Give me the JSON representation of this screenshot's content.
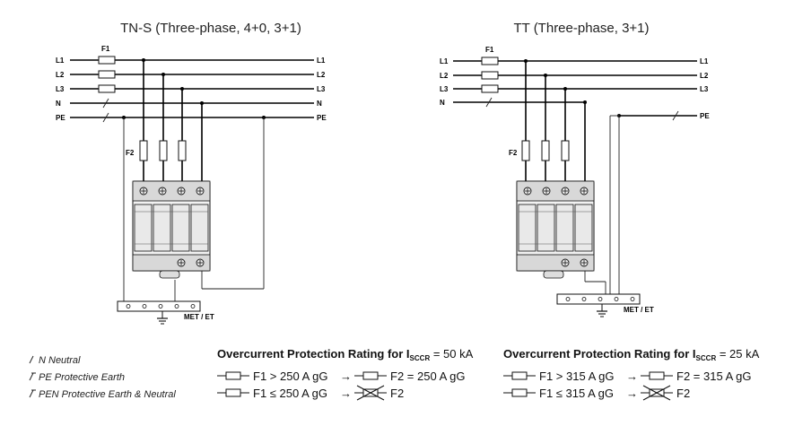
{
  "diagrams": {
    "tns": {
      "title": "TN-S (Three-phase, 4+0, 3+1)",
      "lines_left": [
        "L1",
        "L2",
        "L3",
        "N",
        "PE"
      ],
      "lines_right": [
        "L1",
        "L2",
        "L3",
        "N",
        "PE"
      ],
      "fuse_f1": "F1",
      "fuse_f2": "F2",
      "earth_label": "MET / ET"
    },
    "tt": {
      "title": "TT (Three-phase, 3+1)",
      "lines_left": [
        "L1",
        "L2",
        "L3",
        "N"
      ],
      "lines_right": [
        "L1",
        "L2",
        "L3",
        "PE"
      ],
      "fuse_f1": "F1",
      "fuse_f2": "F2",
      "earth_label": "MET / ET"
    }
  },
  "legend": {
    "n": "N Neutral",
    "pe": "PE Protective Earth",
    "pen": "PEN Protective Earth & Neutral"
  },
  "ratings": {
    "left": {
      "header_prefix": "Overcurrent Protection Rating for I",
      "header_sub": "SCCR",
      "header_value": " = 50 kA",
      "row1_a": "F1 > 250 A gG",
      "row1_b": "F2 = 250 A gG",
      "row2_a": "F1 ≤ 250 A gG",
      "row2_b": "F2"
    },
    "right": {
      "header_prefix": "Overcurrent Protection Rating for I",
      "header_sub": "SCCR",
      "header_value": " = 25 kA",
      "row1_a": "F1 > 315 A gG",
      "row1_b": "F2 = 315 A gG",
      "row2_a": "F1 ≤ 315 A gG",
      "row2_b": "F2"
    }
  }
}
